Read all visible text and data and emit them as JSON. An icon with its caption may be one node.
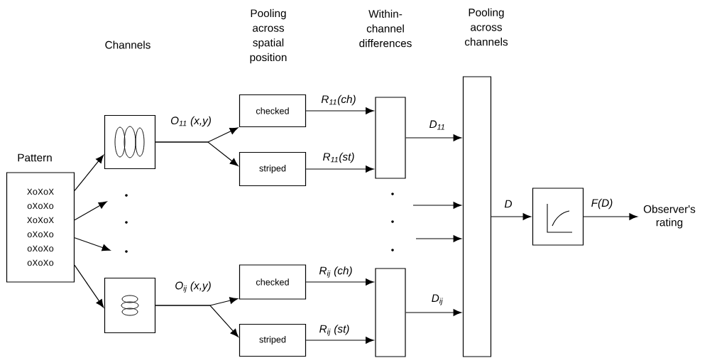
{
  "diagram": {
    "nodes": [
      {
        "text": [
          "Pattern",
          "XoXoX oXoXo XoXoX oXoXo oXoXo oXoXo"
        ]
      },
      {
        "text": [],
        "shape": "box"
      },
      {
        "text": [],
        "shape": "box"
      },
      {
        "text": [
          "checked"
        ]
      },
      {
        "text": [
          "striped"
        ]
      },
      {
        "text": [
          "checked"
        ]
      },
      {
        "text": [
          "striped"
        ]
      },
      {
        "text": [],
        "shape": "box"
      },
      {
        "text": [],
        "shape": "box"
      },
      {
        "text": [],
        "shape": "box"
      },
      {
        "text": [],
        "shape": "box"
      },
      {
        "text": [
          "Observer's rating"
        ]
      }
    ],
    "edges": [
      {
        "from": 0,
        "to": 1,
        "arrow": "to"
      },
      {
        "from": 0,
        "to": null,
        "arrow": "to"
      },
      {
        "from": 0,
        "to": null,
        "arrow": "to"
      },
      {
        "from": 0,
        "to": 2,
        "arrow": "to"
      },
      {
        "from": 1,
        "to": 3,
        "arrow": "to",
        "label": "O$_{11}$ (x,y)"
      },
      {
        "from": 1,
        "to": 4,
        "arrow": "to"
      },
      {
        "from": 2,
        "to": 5,
        "arrow": "to",
        "label": "O$_{ij}$ (x,y)"
      },
      {
        "from": 2,
        "to": 6,
        "arrow": "to"
      },
      {
        "from": 3,
        "to": 7,
        "arrow": "to",
        "label": "R$_{11}$(ch)"
      },
      {
        "from": 4,
        "to": 7,
        "arrow": "to",
        "label": "R$_{11}$(st)"
      },
      {
        "from": 5,
        "to": 8,
        "arrow": "to",
        "label": "R$_{ij}$ (ch)"
      },
      {
        "from": 6,
        "to": 8,
        "arrow": "to",
        "label": "R$_{ij}$ (st)"
      },
      {
        "from": 7,
        "to": 9,
        "arrow": "to",
        "label": "D$_{11}$"
      },
      {
        "from": null,
        "to": 9,
        "arrow": "to"
      },
      {
        "from": null,
        "to": 9,
        "arrow": "to"
      },
      {
        "from": 8,
        "to": 9,
        "arrow": "to",
        "label": "D$_{ij}$"
      },
      {
        "from": 9,
        "to": 10,
        "arrow": "to",
        "label": "D"
      },
      {
        "from": 10,
        "to": 11,
        "arrow": "to",
        "label": "F(D)"
      }
    ],
    "labels": [
      "Channels",
      "Pooling across spatial position",
      "Within-channel differences",
      "Pooling across channels"
    ]
  }
}
